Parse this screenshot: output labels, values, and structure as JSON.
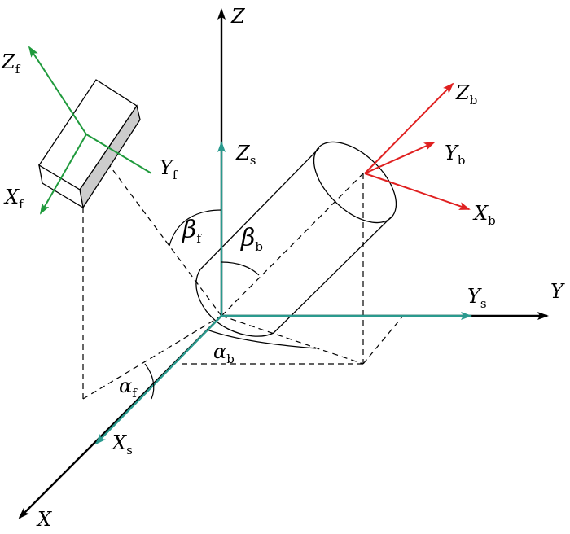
{
  "colors": {
    "world": "#000000",
    "sensor": "#2a9a8e",
    "frame_f": "#1f9a3c",
    "frame_b": "#e02020",
    "dashed": "#000000",
    "box_side": "#cccccc"
  },
  "labels": {
    "Z": "Z",
    "Y": "Y",
    "X": "X",
    "Zs_main": "Z",
    "Zs_sub": "s",
    "Ys_main": "Y",
    "Ys_sub": "s",
    "Xs_main": "X",
    "Xs_sub": "s",
    "Zf_main": "Z",
    "Zf_sub": "f",
    "Yf_main": "Y",
    "Yf_sub": "f",
    "Xf_main": "X",
    "Xf_sub": "f",
    "Zb_main": "Z",
    "Zb_sub": "b",
    "Yb_main": "Y",
    "Yb_sub": "b",
    "Xb_main": "X",
    "Xb_sub": "b",
    "beta_f_main": "β",
    "beta_f_sub": "f",
    "beta_b_main": "β",
    "beta_b_sub": "b",
    "alpha_f_main": "α",
    "alpha_f_sub": "f",
    "alpha_b_main": "α",
    "alpha_b_sub": "b"
  }
}
